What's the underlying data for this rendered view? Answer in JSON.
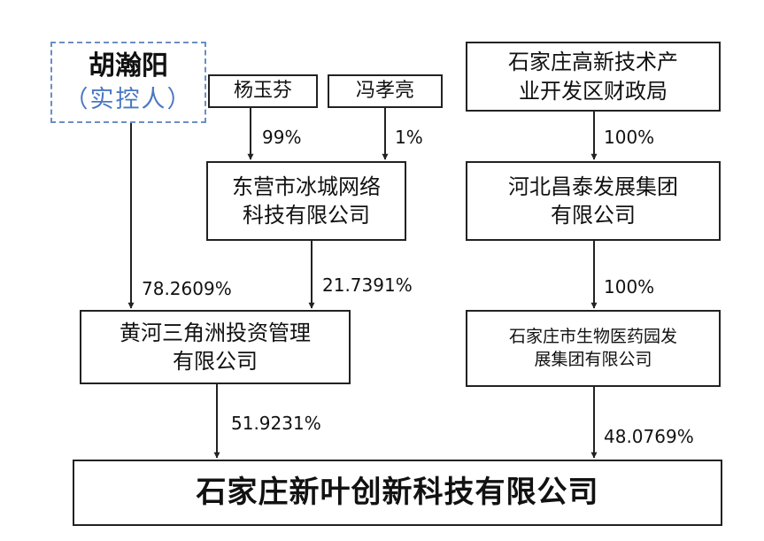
{
  "nodes": {
    "hu_hanyang": {
      "name": "胡瀚阳",
      "role": "（实控人）"
    },
    "yang_yufen": {
      "label": "杨玉芬"
    },
    "feng_xiaoliang": {
      "label": "冯孝亮"
    },
    "shijiazhuang_finance": {
      "line1": "石家庄高新技术产",
      "line2": "业开发区财政局"
    },
    "dongying_bingcheng": {
      "line1": "东营市冰城网络",
      "line2": "科技有限公司"
    },
    "hebei_changtai": {
      "line1": "河北昌泰发展集团",
      "line2": "有限公司"
    },
    "huanghe_sanjiaozhou": {
      "line1": "黄河三角洲投资管理",
      "line2": "有限公司"
    },
    "shijiazhuang_bio": {
      "line1": "石家庄市生物医药园发",
      "line2": "展集团有限公司"
    },
    "target_company": {
      "label": "石家庄新叶创新科技有限公司"
    }
  },
  "edges": {
    "yang_to_dongying": "99%",
    "feng_to_dongying": "1%",
    "finance_to_changtai": "100%",
    "hu_to_huanghe": "78.2609%",
    "dongying_to_huanghe": "21.7391%",
    "changtai_to_bio": "100%",
    "huanghe_to_target": "51.9231%",
    "bio_to_target": "48.0769%"
  },
  "colors": {
    "controller_border": "#6a8fc4",
    "controller_role": "#4a78c2",
    "line": "#222222"
  }
}
